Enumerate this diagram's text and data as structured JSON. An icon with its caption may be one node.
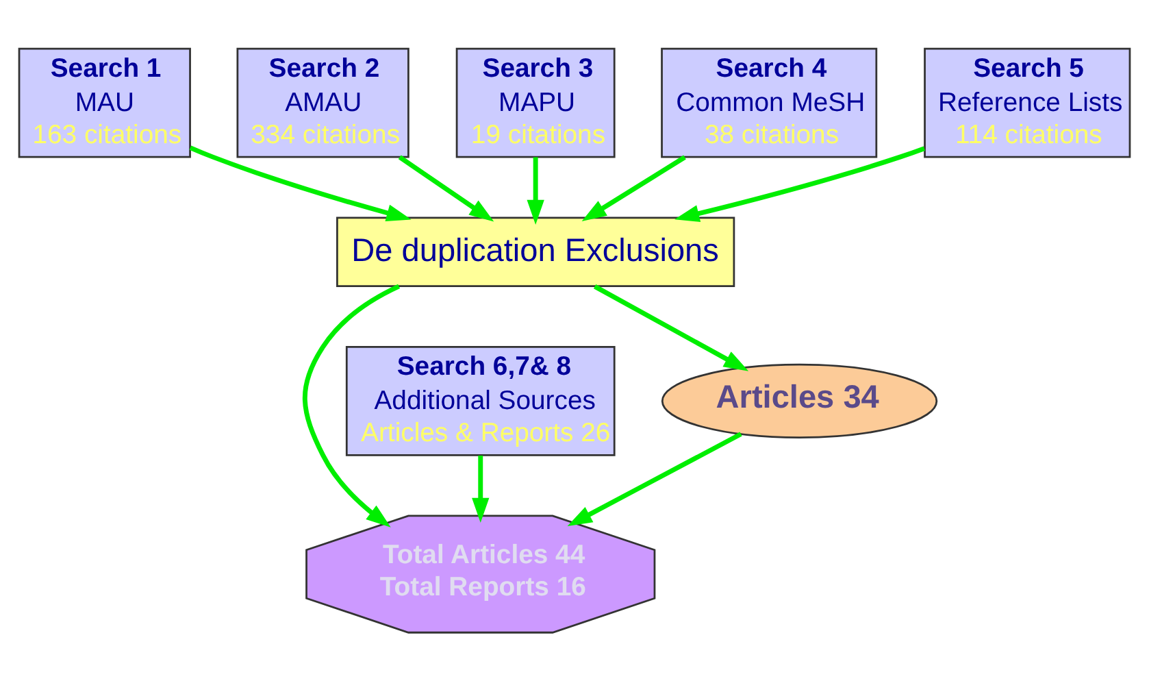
{
  "diagram": {
    "nodes": [
      {
        "text": [
          "Search 1",
          "MAU",
          "163 citations"
        ]
      },
      {
        "text": [
          "Search 2",
          "AMAU",
          "334 citations"
        ]
      },
      {
        "text": [
          "Search 3",
          "MAPU",
          "19 citations"
        ]
      },
      {
        "text": [
          "Search 4",
          "Common MeSH",
          "38 citations"
        ]
      },
      {
        "text": [
          "Search 5",
          "Reference Lists",
          "114 citations"
        ]
      },
      {
        "text": [
          "De duplication Exclusions"
        ]
      },
      {
        "text": [
          "Articles 34"
        ]
      },
      {
        "text": [
          "Search 6,7& 8",
          "Additional Sources",
          "Articles & Reports 26"
        ]
      },
      {
        "text": [
          "Total Articles 44",
          "Total Reports 16"
        ]
      }
    ],
    "edges": [
      {
        "from": 0,
        "to": 5,
        "arrow": "to"
      },
      {
        "from": 1,
        "to": 5,
        "arrow": "to"
      },
      {
        "from": 2,
        "to": 5,
        "arrow": "to"
      },
      {
        "from": 3,
        "to": 5,
        "arrow": "to"
      },
      {
        "from": 4,
        "to": 5,
        "arrow": "to"
      },
      {
        "from": 5,
        "to": 6,
        "arrow": "to"
      },
      {
        "from": 5,
        "to": 8,
        "arrow": "to"
      },
      {
        "from": 7,
        "to": 8,
        "arrow": "to"
      },
      {
        "from": 6,
        "to": 8,
        "arrow": "to"
      }
    ]
  }
}
